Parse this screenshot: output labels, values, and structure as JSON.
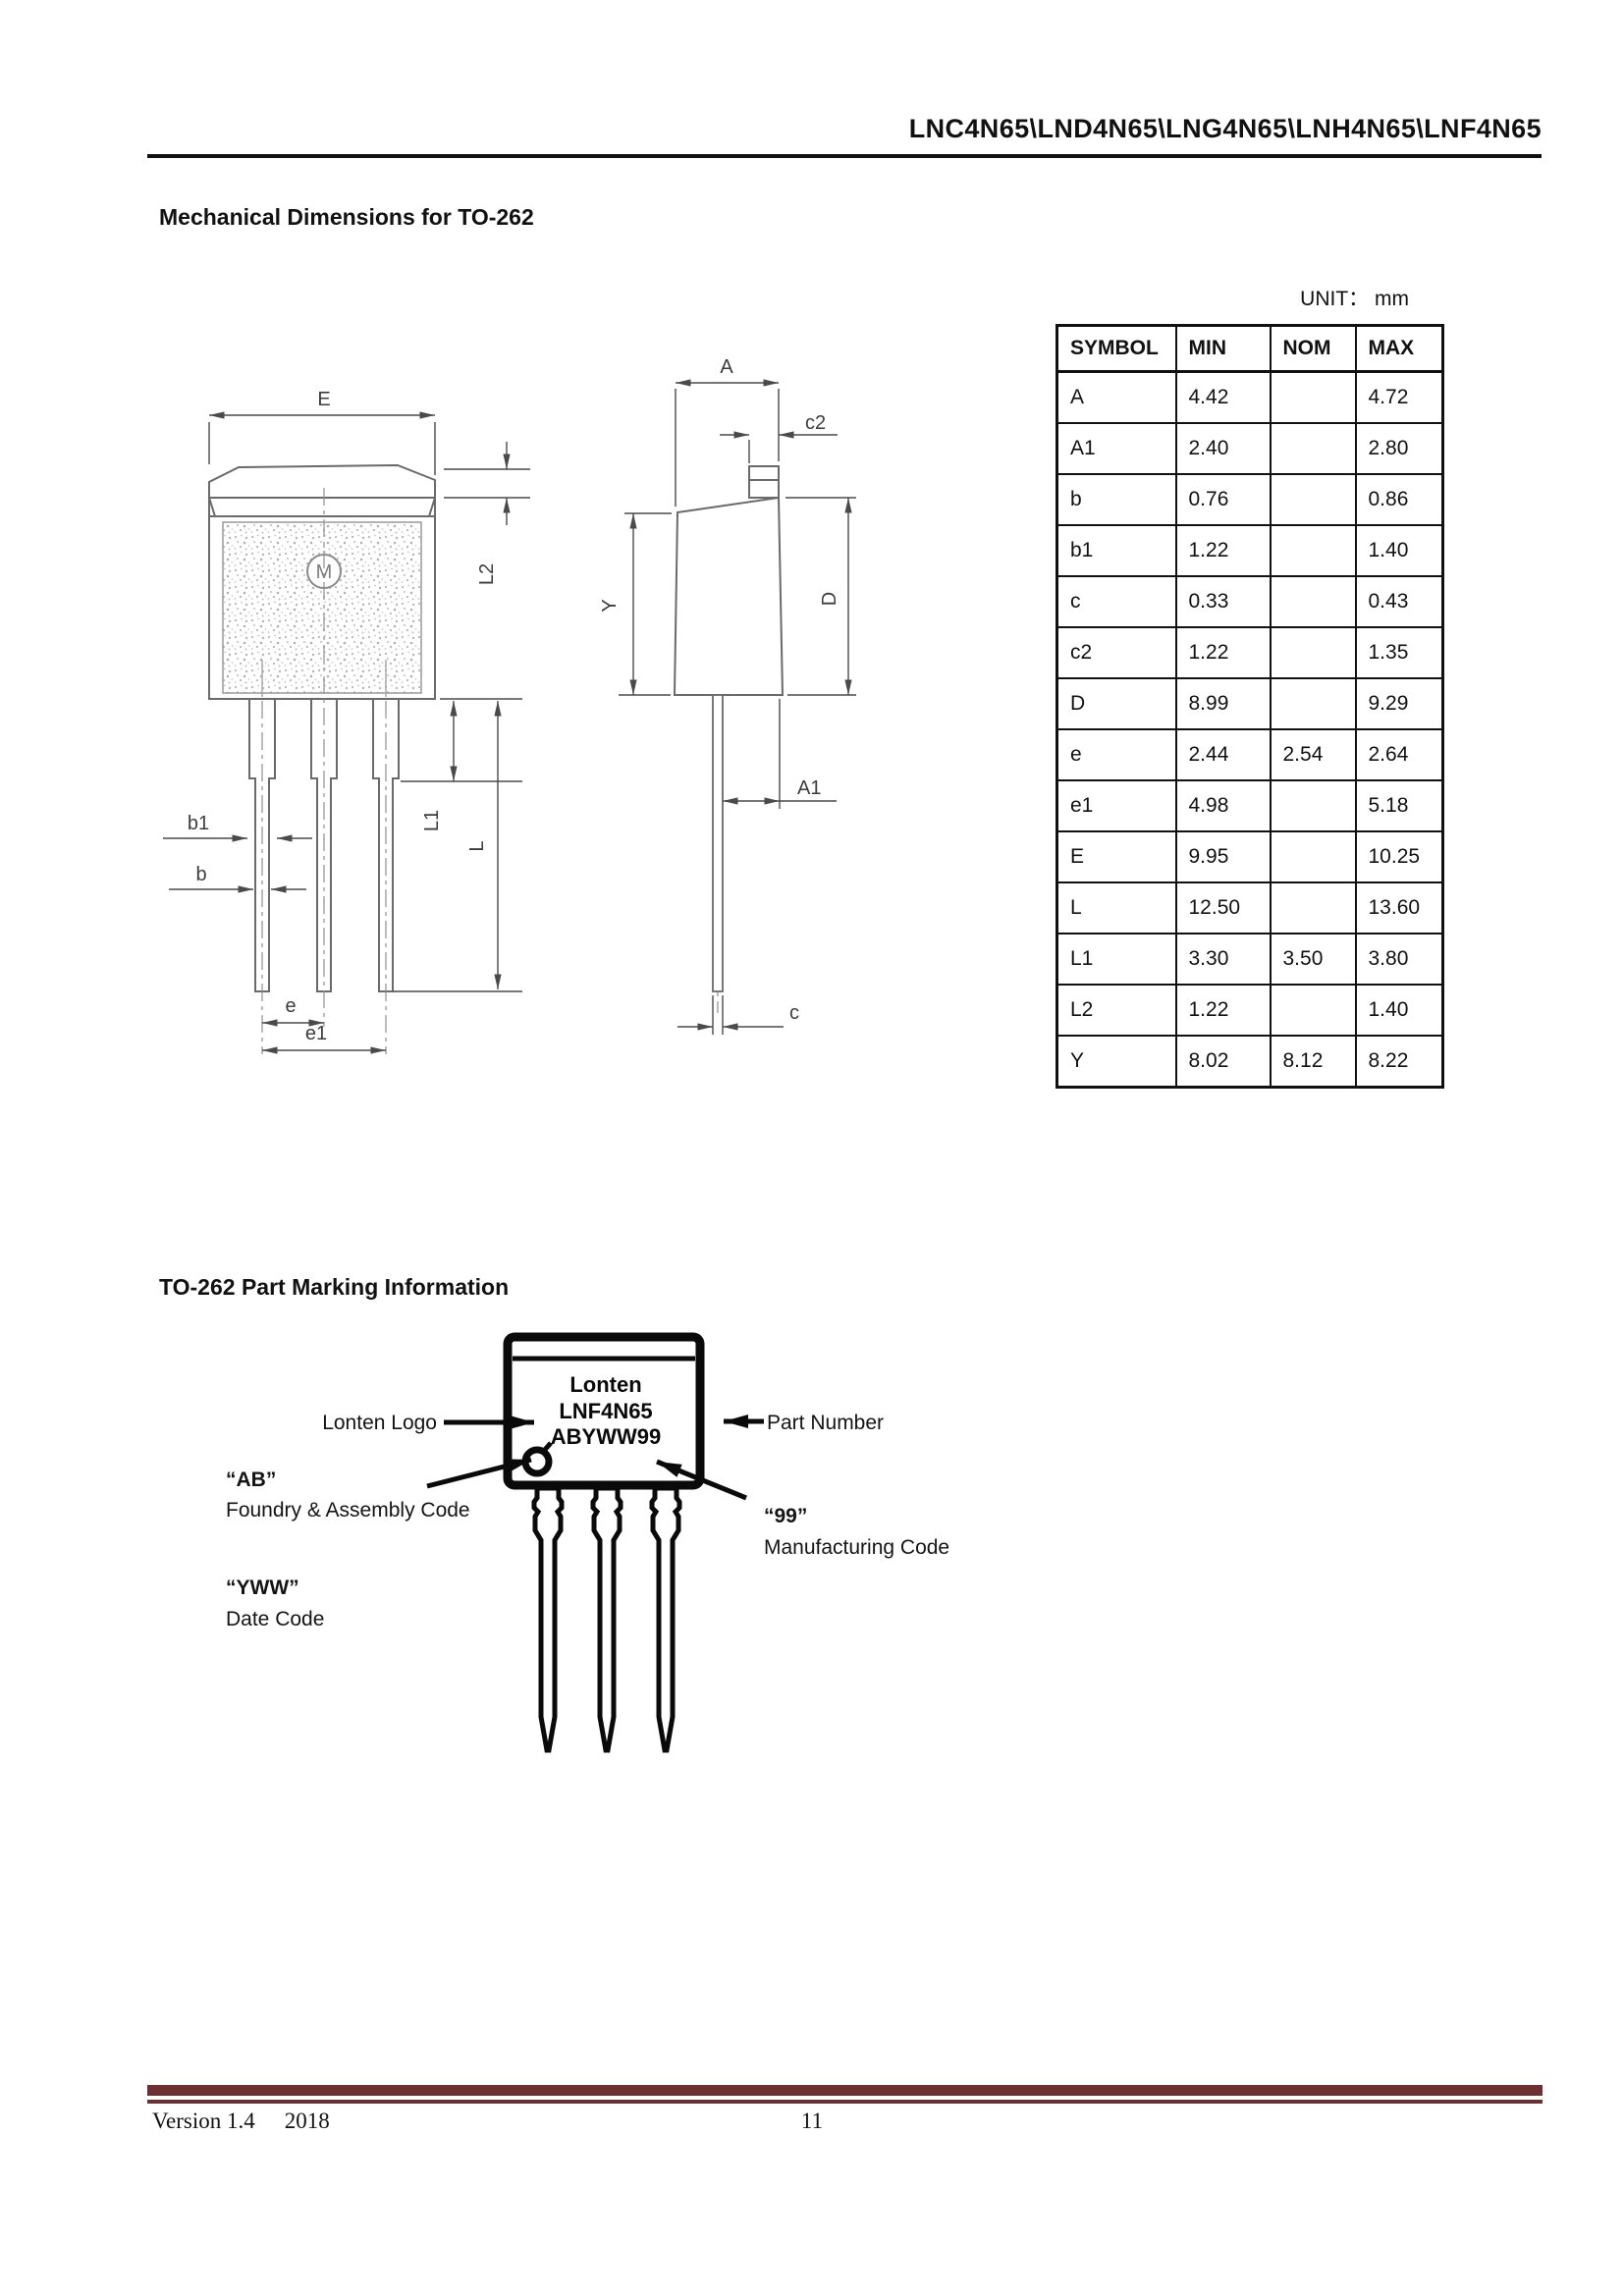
{
  "header": {
    "part_numbers": "LNC4N65\\LND4N65\\LNG4N65\\LNH4N65\\LNF4N65"
  },
  "mech_section": {
    "heading": "Mechanical Dimensions for TO-262",
    "unit_note": "UNIT： mm"
  },
  "dim_table": {
    "columns": {
      "symbol": "SYMBOL",
      "min": "MIN",
      "nom": "NOM",
      "max": "MAX"
    },
    "rows": [
      {
        "symbol": "A",
        "min": "4.42",
        "nom": "",
        "max": "4.72"
      },
      {
        "symbol": "A1",
        "min": "2.40",
        "nom": "",
        "max": "2.80"
      },
      {
        "symbol": "b",
        "min": "0.76",
        "nom": "",
        "max": "0.86"
      },
      {
        "symbol": "b1",
        "min": "1.22",
        "nom": "",
        "max": "1.40"
      },
      {
        "symbol": "c",
        "min": "0.33",
        "nom": "",
        "max": "0.43"
      },
      {
        "symbol": "c2",
        "min": "1.22",
        "nom": "",
        "max": "1.35"
      },
      {
        "symbol": "D",
        "min": "8.99",
        "nom": "",
        "max": "9.29"
      },
      {
        "symbol": "e",
        "min": "2.44",
        "nom": "2.54",
        "max": "2.64"
      },
      {
        "symbol": "e1",
        "min": "4.98",
        "nom": "",
        "max": "5.18"
      },
      {
        "symbol": "E",
        "min": "9.95",
        "nom": "",
        "max": "10.25"
      },
      {
        "symbol": "L",
        "min": "12.50",
        "nom": "",
        "max": "13.60"
      },
      {
        "symbol": "L1",
        "min": "3.30",
        "nom": "3.50",
        "max": "3.80"
      },
      {
        "symbol": "L2",
        "min": "1.22",
        "nom": "",
        "max": "1.40"
      },
      {
        "symbol": "Y",
        "min": "8.02",
        "nom": "8.12",
        "max": "8.22"
      }
    ]
  },
  "drawing": {
    "front": {
      "e_width": "E",
      "l2": "L2",
      "l1": "L1",
      "l": "L",
      "b1": "b1",
      "b": "b",
      "e": "e",
      "e1": "e1",
      "logo_mark": "M"
    },
    "side": {
      "a": "A",
      "c2": "c2",
      "y": "Y",
      "d": "D",
      "a1": "A1",
      "c": "c"
    }
  },
  "marking_section": {
    "heading": "TO-262 Part Marking Information",
    "device": {
      "line1": "Lonten",
      "line2": "LNF4N65",
      "line3": "ABYWW99"
    },
    "callouts": {
      "logo": "Lonten Logo",
      "part_number": "Part Number",
      "foundry_code": "“AB”",
      "foundry_desc": "Foundry & Assembly Code",
      "mfg_code": "“99”",
      "mfg_desc": "Manufacturing Code",
      "date_code": "“YWW”",
      "date_desc": "Date Code"
    }
  },
  "footer": {
    "version": "Version 1.4",
    "year": "2018",
    "page": "11"
  }
}
